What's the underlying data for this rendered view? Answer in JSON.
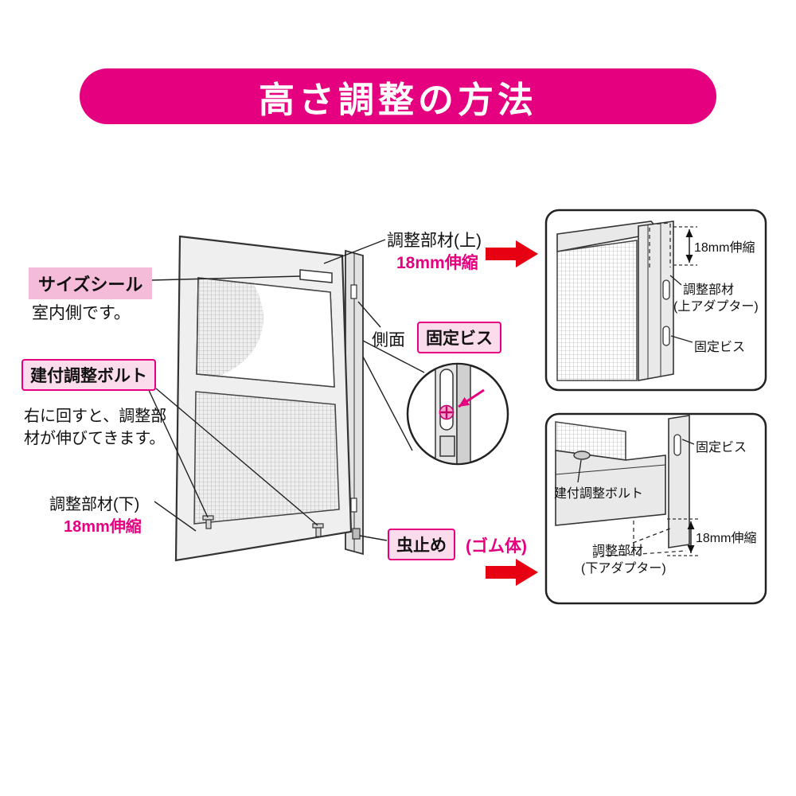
{
  "banner": {
    "text": "高さ調整の方法"
  },
  "main_labels": {
    "size_seal": "サイズシール",
    "size_seal_note": "室内側です。",
    "bolt_box": "建付調整ボルト",
    "bolt_desc_1": "右に回すと、調整部",
    "bolt_desc_2": "材が伸びてきます。",
    "adj_lower_name": "調整部材(下)",
    "adj_lower_stretch": "18mm伸縮",
    "adj_upper_name": "調整部材(上)",
    "adj_upper_stretch": "18mm伸縮",
    "side": "側面",
    "fixing_screw": "固定ビス",
    "bug_stop": "虫止め",
    "bug_stop_suffix": "(ゴム体)"
  },
  "panel_top": {
    "stretch": "18mm伸縮",
    "adapter_1": "調整部材",
    "adapter_2": "(上アダプター)",
    "screw": "固定ビス"
  },
  "panel_bottom": {
    "screw": "固定ビス",
    "bolt": "建付調整ボルト",
    "adapter_1": "調整部材",
    "adapter_2": "(下アダプター)",
    "stretch": "18mm伸縮"
  },
  "colors": {
    "accent_magenta": "#E4007F",
    "arrow_red": "#E60012",
    "label_pink_bg": "#FBDCEC",
    "seal_pink_bg": "#F5BCDA",
    "frame_gray": "#EFEFEF"
  }
}
